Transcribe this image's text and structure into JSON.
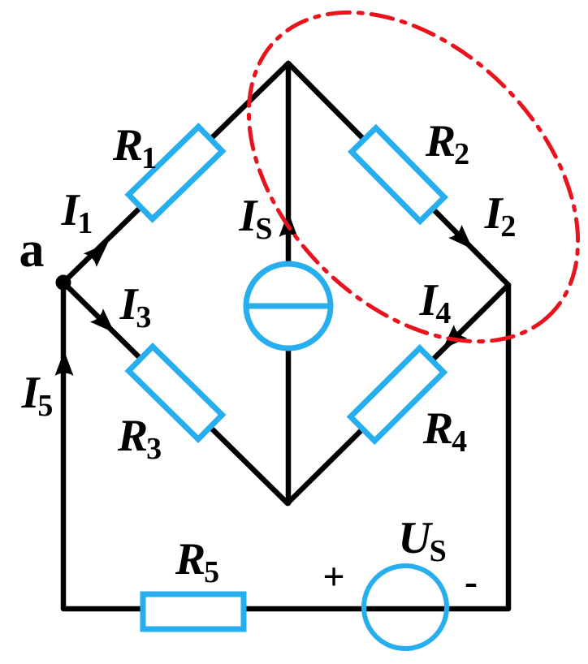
{
  "figure": {
    "type": "circuit-diagram",
    "description": "Bridge circuit: four resistors in a diamond between node a, top, right and bottom nodes; ideal current source IS in the middle vertical branch; outer loop with resistor R5 and voltage source US; red dash-dot ellipse encircling the R2 branch and top node region"
  },
  "colors": {
    "wire": "#000000",
    "component": "#26AEEF",
    "highlight": "#E8131D",
    "background": "#FFFFFF",
    "label": "#000000"
  },
  "labels": {
    "node_a": "a",
    "r1": {
      "main": "R",
      "sub": "1"
    },
    "r2": {
      "main": "R",
      "sub": "2"
    },
    "r3": {
      "main": "R",
      "sub": "3"
    },
    "r4": {
      "main": "R",
      "sub": "4"
    },
    "r5": {
      "main": "R",
      "sub": "5"
    },
    "i1": {
      "main": "I",
      "sub": "1"
    },
    "i2": {
      "main": "I",
      "sub": "2"
    },
    "i3": {
      "main": "I",
      "sub": "3"
    },
    "i4": {
      "main": "I",
      "sub": "4"
    },
    "i5": {
      "main": "I",
      "sub": "5"
    },
    "is": {
      "main": "I",
      "sub": "S"
    },
    "us": {
      "main": "U",
      "sub": "S"
    },
    "plus": "+",
    "minus": "-"
  },
  "components": [
    {
      "name": "node-a",
      "type": "junction-dot",
      "label": "a"
    },
    {
      "name": "resistor-R1",
      "type": "resistor",
      "label": "R1",
      "branch": "node a to top node"
    },
    {
      "name": "resistor-R2",
      "type": "resistor",
      "label": "R2",
      "branch": "top node to right node"
    },
    {
      "name": "resistor-R3",
      "type": "resistor",
      "label": "R3",
      "branch": "node a to bottom node"
    },
    {
      "name": "resistor-R4",
      "type": "resistor",
      "label": "R4",
      "branch": "right node to bottom node"
    },
    {
      "name": "resistor-R5",
      "type": "resistor",
      "label": "R5",
      "branch": "bottom rail"
    },
    {
      "name": "current-source-IS",
      "type": "ideal-current-source",
      "label": "IS",
      "symbol": "circle with horizontal bar",
      "branch": "middle vertical branch"
    },
    {
      "name": "voltage-source-US",
      "type": "ideal-voltage-source",
      "label": "US",
      "symbol": "circle on bottom rail",
      "polarity_left": "+",
      "polarity_right": "-"
    },
    {
      "name": "highlight-ellipse",
      "type": "dash-dot-ellipse",
      "style": "red dash-dot",
      "encloses": "top node, R2 branch, I2, right node"
    }
  ],
  "currents": [
    {
      "name": "I1",
      "direction": "up-right toward top node"
    },
    {
      "name": "I2",
      "direction": "down-right toward right node"
    },
    {
      "name": "I3",
      "direction": "down-right toward bottom node"
    },
    {
      "name": "I4",
      "direction": "down-left toward bottom node"
    },
    {
      "name": "I5",
      "direction": "up toward node a"
    },
    {
      "name": "IS",
      "direction": "up toward top node"
    }
  ]
}
